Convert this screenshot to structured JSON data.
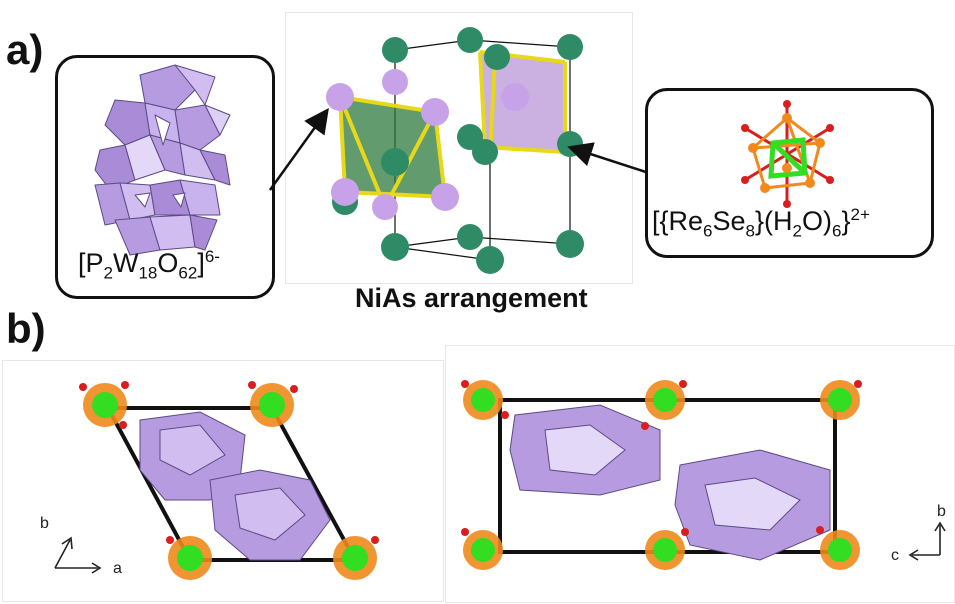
{
  "panel_a": {
    "label": "a)",
    "left_formula": {
      "pre": "[P",
      "s1": "2",
      "mid1": "W",
      "s2": "18",
      "mid2": "O",
      "s3": "62",
      "post": "]",
      "charge": "6-"
    },
    "right_formula": {
      "pre": "[{Re",
      "s1": "6",
      "mid1": "Se",
      "s2": "8",
      "mid2": "}(H",
      "s3": "2",
      "mid3": "O)",
      "s4": "6",
      "post": "}",
      "charge": "2+"
    },
    "caption": "NiAs arrangement"
  },
  "panel_b": {
    "label": "b)",
    "left_axes": {
      "vertical": "b",
      "horizontal": "a"
    },
    "right_axes": {
      "vertical": "b",
      "horizontal": "c"
    }
  },
  "colors": {
    "polyhedra": "#b79be0",
    "sphere_green": "#2e8b66",
    "sphere_purple": "#c8a2e8",
    "cluster_orange": "#f08a1c",
    "cluster_green": "#33dd22",
    "oxygen_red": "#d81e1e",
    "bond_yellow": "#f2e21e"
  }
}
